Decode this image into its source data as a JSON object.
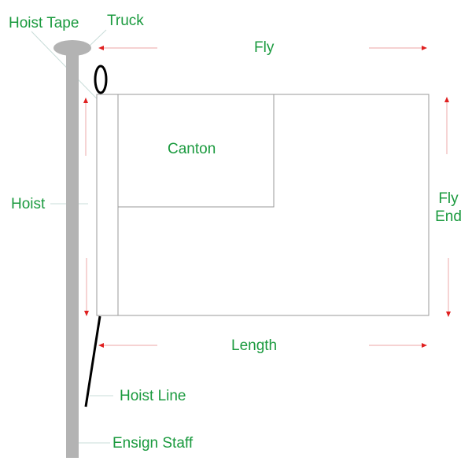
{
  "diagram": {
    "title": "Flag parts diagram",
    "colors": {
      "label": "#1a9a3e",
      "arrow": "#e02020",
      "arrow_line": "#f0b8b8",
      "staff": "#b3b3b3",
      "flag_outline": "#999999",
      "leader_line": "#c8dcd8",
      "hoist_line": "#000000"
    },
    "labels": {
      "hoist_tape": "Hoist Tape",
      "truck": "Truck",
      "fly": "Fly",
      "canton": "Canton",
      "hoist": "Hoist",
      "fly_end_line1": "Fly",
      "fly_end_line2": "End",
      "length": "Length",
      "hoist_line": "Hoist Line",
      "ensign_staff": "Ensign Staff"
    }
  }
}
